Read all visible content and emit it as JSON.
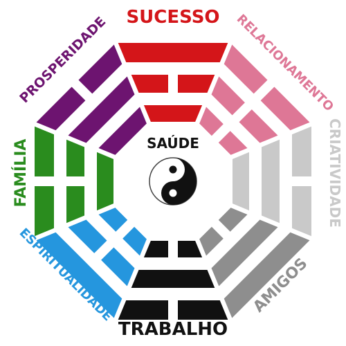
{
  "title": "",
  "center": {
    "label": "SAÚDE",
    "color": "#111111",
    "icon": "yin-yang-icon"
  },
  "areas": [
    {
      "key": "sucesso",
      "label": "SUCESSO",
      "color": "#d41519",
      "trigram": [
        1,
        0,
        1
      ]
    },
    {
      "key": "relacionamento",
      "label": "RELACIONAMENTO",
      "color": "#de7796",
      "trigram": [
        0,
        0,
        0
      ]
    },
    {
      "key": "criatividade",
      "label": "CRIATIVIDADE",
      "color": "#c9c9c9",
      "trigram": [
        0,
        1,
        1
      ]
    },
    {
      "key": "amigos",
      "label": "AMIGOS",
      "color": "#8e8e8e",
      "trigram": [
        1,
        1,
        0
      ]
    },
    {
      "key": "trabalho",
      "label": "TRABALHO",
      "color": "#111111",
      "trigram": [
        0,
        1,
        0
      ]
    },
    {
      "key": "espiritualidade",
      "label": "ESPIRITUALIDADE",
      "color": "#2596de",
      "trigram": [
        1,
        0,
        0
      ]
    },
    {
      "key": "familia",
      "label": "FAMÍLIA",
      "color": "#2a8c1e",
      "trigram": [
        0,
        0,
        1
      ]
    },
    {
      "key": "prosperidade",
      "label": "PROSPERIDADE",
      "color": "#6d1470",
      "trigram": [
        0,
        1,
        1
      ]
    }
  ]
}
